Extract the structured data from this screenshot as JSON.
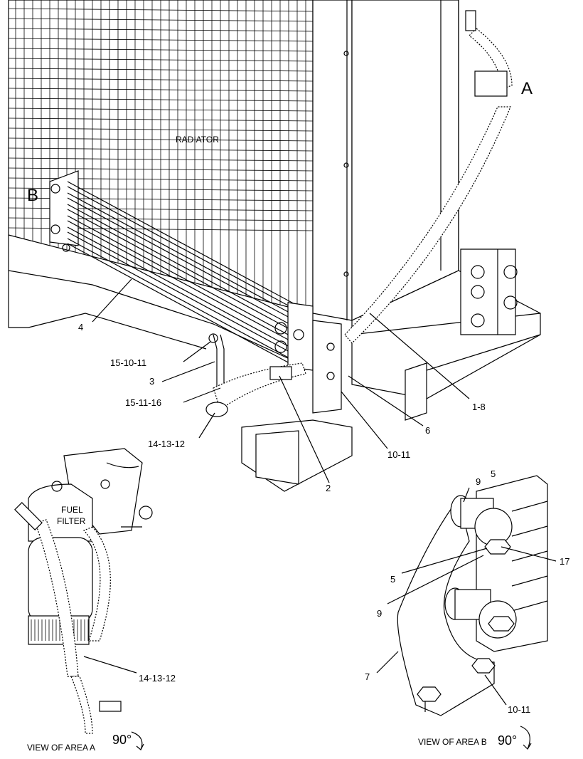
{
  "view_labels": {
    "A": "A",
    "B": "B"
  },
  "component_labels": {
    "radiator": "RADIATOR",
    "fuel_filter_line1": "FUEL",
    "fuel_filter_line2": "FILTER"
  },
  "callouts": {
    "c_4": "4",
    "c_15_10_11": "15-10-11",
    "c_3": "3",
    "c_15_11_16": "15-11-16",
    "c_14_13_12_top": "14-13-12",
    "c_2": "2",
    "c_10_11_top": "10-11",
    "c_6": "6",
    "c_1_8": "1-8",
    "c_14_13_12_bottom": "14-13-12",
    "c_9_top": "9",
    "c_5_top": "5",
    "c_17": "17",
    "c_5_mid": "5",
    "c_9_mid": "9",
    "c_7": "7",
    "c_10_11_bottom": "10-11"
  },
  "view_captions": {
    "area_a": "VIEW OF AREA A",
    "area_a_rotation": "90°",
    "area_b": "VIEW OF AREA B",
    "area_b_rotation": "90°"
  },
  "icons": [
    "rotation-arrow-icon"
  ]
}
